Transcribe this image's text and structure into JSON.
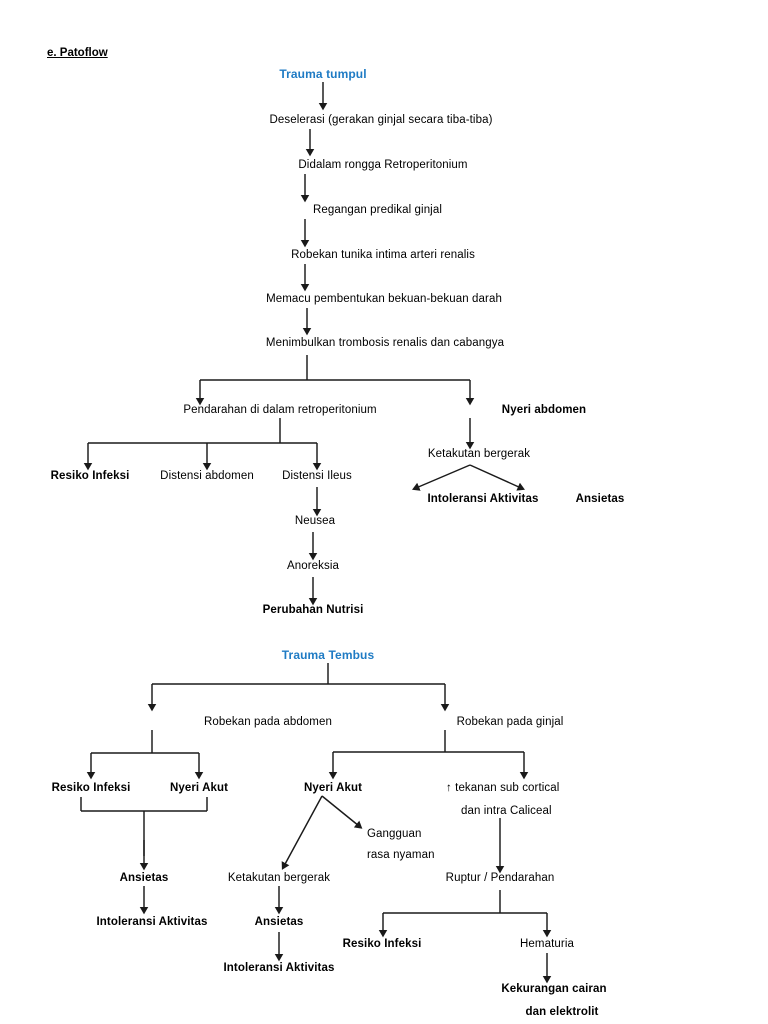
{
  "document": {
    "heading": "e. Patoflow"
  },
  "flow_blunt": {
    "title": "Trauma tumpul",
    "title_color": "#1F7BC4",
    "chain": [
      "Deselerasi (gerakan ginjal secara tiba-tiba)",
      "Didalam rongga Retroperitonium",
      "Regangan predikal ginjal",
      "Robekan tunika intima arteri renalis",
      "Memacu pembentukan bekuan-bekuan darah",
      "Menimbulkan trombosis renalis dan cabangya"
    ],
    "branch_left": "Pendarahan di dalam retroperitonium",
    "branch_right": "Nyeri abdomen",
    "left_children": [
      "Resiko Infeksi",
      "Distensi abdomen",
      "Distensi Ileus"
    ],
    "ileus_chain": [
      "Neusea",
      "Anoreksia",
      "Perubahan Nutrisi"
    ],
    "right_chain": "Ketakutan bergerak",
    "right_children": [
      "Intoleransi Aktivitas",
      "Ansietas"
    ]
  },
  "flow_penetrating": {
    "title": "Trauma Tembus",
    "title_color": "#1F7BC4",
    "branch_left": "Robekan pada abdomen",
    "branch_right": "Robekan pada ginjal",
    "abdomen_children": [
      "Resiko Infeksi",
      "Nyeri Akut"
    ],
    "abdomen_merge": "Ansietas",
    "abdomen_merge_next": "Intoleransi Aktivitas",
    "ginjal_children": [
      "Nyeri Akut",
      "↑ tekanan sub cortical"
    ],
    "tekanan_line2": "dan intra Caliceal",
    "nyeri_akut_fan": [
      "Ketakutan bergerak",
      "Gangguan"
    ],
    "gangguan_line2": "rasa nyaman",
    "ketakutan_chain": [
      "Ansietas",
      "Intoleransi Aktivitas"
    ],
    "ruptur": "Ruptur / Pendarahan",
    "ruptur_children": [
      "Resiko Infeksi",
      "Hematuria"
    ],
    "hematuria_next": "Kekurangan cairan",
    "hematuria_next_line2": "dan elektrolit"
  }
}
